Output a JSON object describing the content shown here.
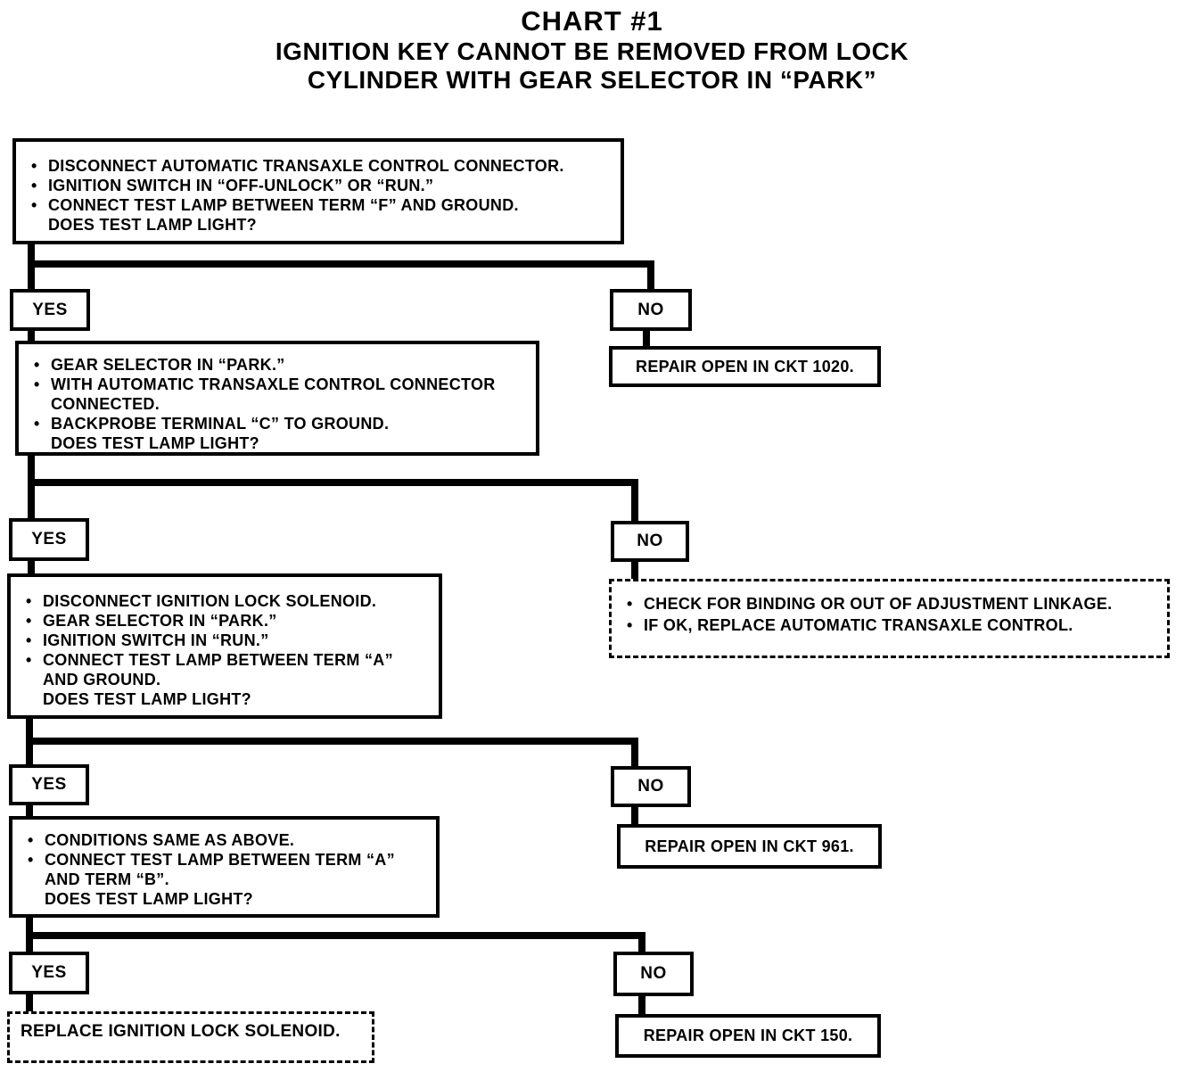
{
  "title": {
    "line1": "CHART #1",
    "line2": "IGNITION KEY CANNOT BE REMOVED FROM LOCK",
    "line3": "CYLINDER WITH GEAR SELECTOR IN “PARK”"
  },
  "colors": {
    "ink": "#000000",
    "paper": "#ffffff"
  },
  "labels": {
    "yes": "YES",
    "no": "NO"
  },
  "steps": [
    {
      "bullets": [
        "DISCONNECT AUTOMATIC TRANSAXLE CONTROL CONNECTOR.",
        "IGNITION SWITCH IN “OFF-UNLOCK” OR “RUN.”",
        "CONNECT TEST LAMP BETWEEN TERM “F” AND GROUND."
      ],
      "question": "DOES TEST LAMP LIGHT?",
      "yes_label": "YES",
      "no_label": "NO",
      "no_outcome": "REPAIR OPEN IN CKT 1020."
    },
    {
      "bullets": [
        "GEAR SELECTOR IN “PARK.”",
        "WITH AUTOMATIC TRANSAXLE CONTROL CONNECTOR CONNECTED.",
        "BACKPROBE TERMINAL “C” TO GROUND."
      ],
      "question": "DOES TEST LAMP LIGHT?",
      "yes_label": "YES",
      "no_label": "NO",
      "no_outcome_bullets": [
        "CHECK FOR BINDING OR OUT OF ADJUSTMENT LINKAGE.",
        "IF OK, REPLACE AUTOMATIC TRANSAXLE CONTROL."
      ]
    },
    {
      "bullets": [
        "DISCONNECT IGNITION LOCK SOLENOID.",
        "GEAR SELECTOR IN “PARK.”",
        "IGNITION SWITCH IN “RUN.”",
        "CONNECT TEST LAMP BETWEEN TERM “A” AND GROUND."
      ],
      "question": "DOES TEST LAMP LIGHT?",
      "yes_label": "YES",
      "no_label": "NO",
      "no_outcome": "REPAIR OPEN IN CKT 961."
    },
    {
      "bullets": [
        "CONDITIONS SAME AS ABOVE.",
        "CONNECT TEST LAMP BETWEEN TERM “A” AND TERM “B”."
      ],
      "question": "DOES TEST LAMP LIGHT?",
      "yes_label": "YES",
      "no_label": "NO",
      "yes_outcome": "REPLACE IGNITION LOCK SOLENOID.",
      "no_outcome": "REPAIR OPEN IN CKT 150."
    }
  ]
}
